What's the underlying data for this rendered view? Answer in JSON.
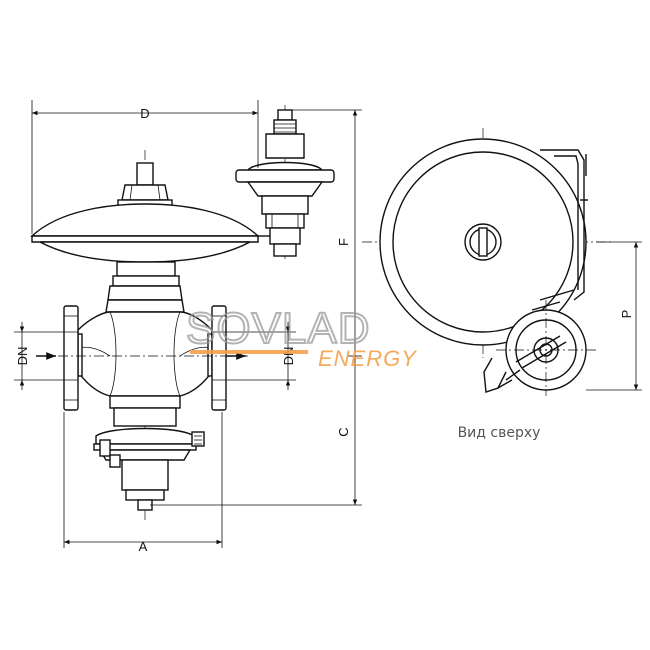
{
  "dimensions": {
    "D": "D",
    "F": "F",
    "C": "C",
    "A": "A",
    "DN_left": "DN",
    "DN_right": "DN",
    "P": "P"
  },
  "caption": "Вид сверху",
  "watermark": {
    "main": "SOVLAD",
    "sub": "ENERGY",
    "main_color": "#9a9a9a",
    "sub_color": "#f5a04a"
  }
}
